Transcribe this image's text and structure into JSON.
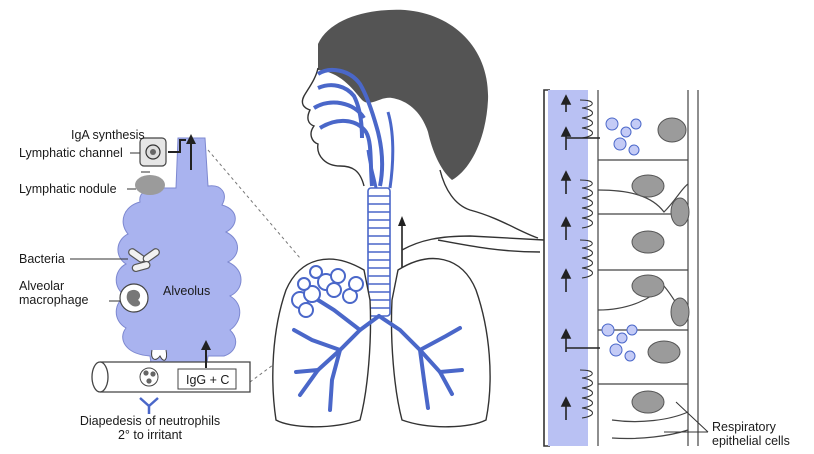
{
  "labels": {
    "iga_synthesis": "IgA synthesis",
    "lymphatic_channel": "Lymphatic channel",
    "lymphatic_nodule": "Lymphatic nodule",
    "bacteria": "Bacteria",
    "alveolar_macrophage_line1": "Alveolar",
    "alveolar_macrophage_line2": "macrophage",
    "alveolus": "Alveolus",
    "igg_c": "IgG + C",
    "diapedesis_line1": "Diapedesis of neutrophils",
    "diapedesis_line2": "2° to irritant",
    "respiratory_line1": "Respiratory",
    "respiratory_line2": "epithelial cells"
  },
  "colors": {
    "airway_blue": "#4a67c9",
    "alveolus_fill": "#a9b3ef",
    "lining_fill": "#b9c1f3",
    "hair": "#545454",
    "nucleus": "#9b9b9b",
    "line": "#333333"
  },
  "icons": [
    "antibody-y-icon",
    "arrow-up-icon"
  ]
}
